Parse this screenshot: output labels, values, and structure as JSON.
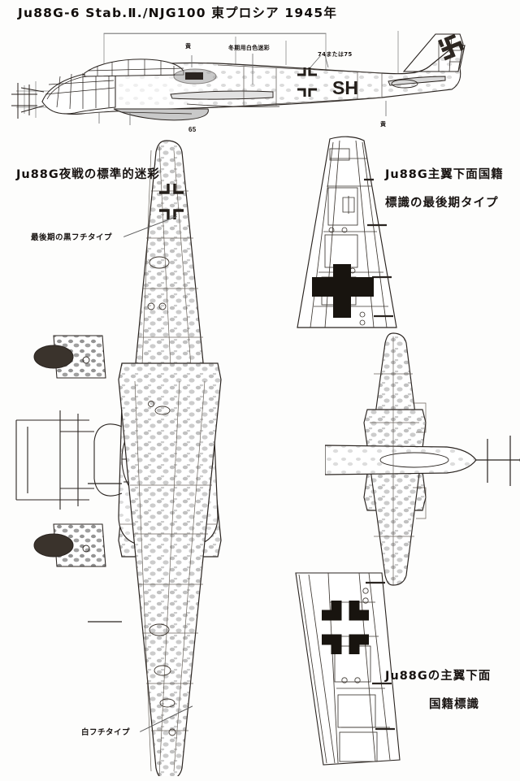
{
  "page": {
    "title": "Ju88G-6  Stab.Ⅱ./NJG100  東プロシア  1945年",
    "background_color": "#fdfdfc",
    "ink_color": "#15100d"
  },
  "side_view": {
    "labels": {
      "yellow_spinner": "黄",
      "winter_white_camo": "冬期用白色迷彩",
      "rlm_upper": "74または75",
      "rlm_lower": "65",
      "yellow_under": "黄"
    },
    "markings": {
      "fuselage_code": "SH",
      "fuselage_cross": "balkenkreuz-outline",
      "tail_marking": "swastika"
    }
  },
  "plan_view": {
    "captions": {
      "standard_camo": "Ju88G夜戦の標準的迷彩",
      "black_edge_type": "最後期の黒フチタイプ",
      "white_edge_type": "白フチタイプ"
    },
    "markings": {
      "upper_wing_cross": "corner-bracket-balkenkreuz"
    }
  },
  "detail_upper_right": {
    "caption_line1": "Ju88G主翼下面国籍",
    "caption_line2": "標識の最後期タイプ",
    "marking": "solid-black-cross"
  },
  "detail_lower_right": {
    "caption_line1": "Ju88Gの主翼下面",
    "caption_line2": "国籍標識",
    "marking": "corner-bracket-balkenkreuz"
  }
}
